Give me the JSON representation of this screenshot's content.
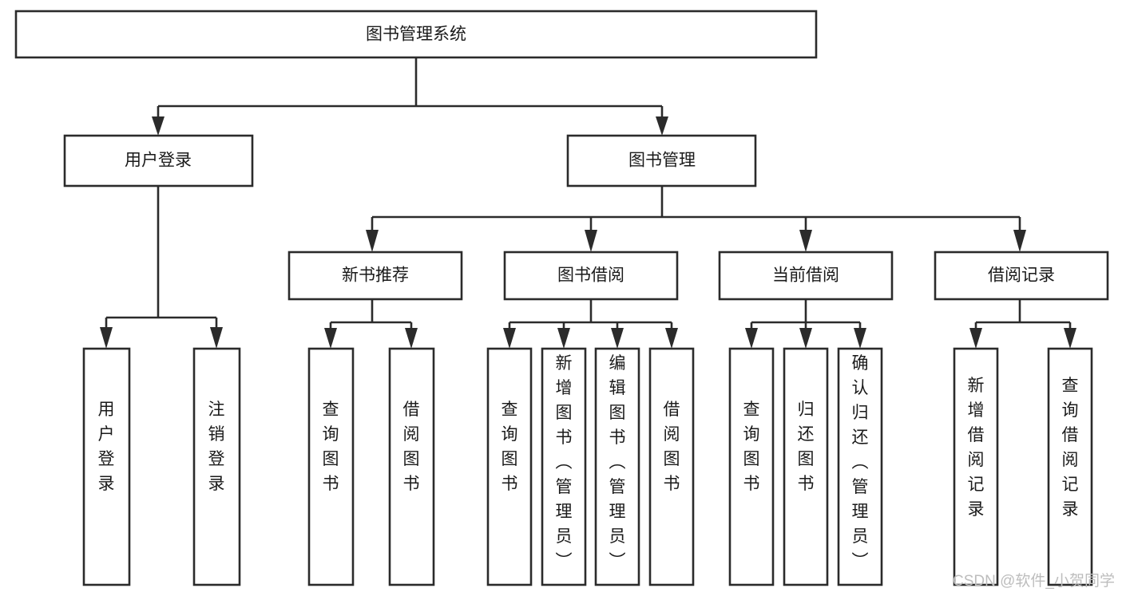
{
  "diagram": {
    "title": "图书管理系统",
    "type": "tree-hierarchy",
    "root": {
      "id": "root",
      "label": "图书管理系统"
    },
    "level2": [
      {
        "id": "user-login",
        "label": "用户登录"
      },
      {
        "id": "book-manage",
        "label": "图书管理"
      }
    ],
    "level3": [
      {
        "id": "new-book-recommend",
        "label": "新书推荐",
        "parent": "book-manage"
      },
      {
        "id": "book-borrow",
        "label": "图书借阅",
        "parent": "book-manage"
      },
      {
        "id": "current-borrow",
        "label": "当前借阅",
        "parent": "book-manage"
      },
      {
        "id": "borrow-record",
        "label": "借阅记录",
        "parent": "book-manage"
      }
    ],
    "leaves": [
      {
        "id": "leaf-user-login",
        "label": "用户登录",
        "parent": "user-login"
      },
      {
        "id": "leaf-user-logout",
        "label": "注销登录",
        "parent": "user-login"
      },
      {
        "id": "leaf-query-book-1",
        "label": "查询图书",
        "parent": "new-book-recommend"
      },
      {
        "id": "leaf-borrow-book-1",
        "label": "借阅图书",
        "parent": "new-book-recommend"
      },
      {
        "id": "leaf-query-book-2",
        "label": "查询图书",
        "parent": "book-borrow"
      },
      {
        "id": "leaf-add-book",
        "label": "新增图书（管理员）",
        "parent": "book-borrow"
      },
      {
        "id": "leaf-edit-book",
        "label": "编辑图书（管理员）",
        "parent": "book-borrow"
      },
      {
        "id": "leaf-borrow-book-2",
        "label": "借阅图书",
        "parent": "book-borrow"
      },
      {
        "id": "leaf-query-book-3",
        "label": "查询图书",
        "parent": "current-borrow"
      },
      {
        "id": "leaf-return-book",
        "label": "归还图书",
        "parent": "current-borrow"
      },
      {
        "id": "leaf-confirm-return",
        "label": "确认归还（管理员）",
        "parent": "current-borrow"
      },
      {
        "id": "leaf-add-record",
        "label": "新增借阅记录",
        "parent": "borrow-record"
      },
      {
        "id": "leaf-query-record",
        "label": "查询借阅记录",
        "parent": "borrow-record"
      }
    ]
  },
  "watermark": {
    "text": "CSDN @软件_小贺同学"
  },
  "colors": {
    "stroke": "#2b2b2b",
    "fill": "#ffffff",
    "text": "#1a1a1a",
    "watermark": "#bdbdbd"
  }
}
